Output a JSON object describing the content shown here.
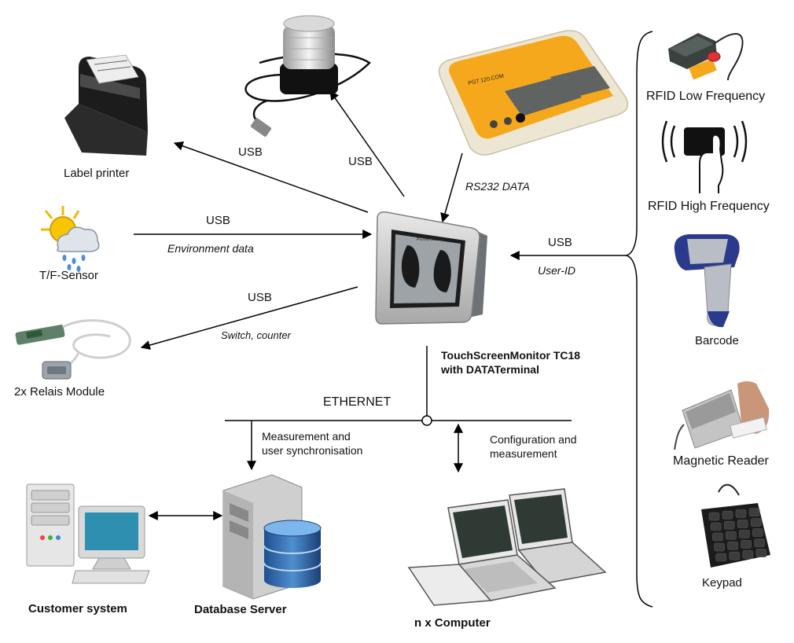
{
  "colors": {
    "line": "#000000",
    "orange": "#f6a81c",
    "screen": "#2f7fa8",
    "navy": "#2a3a8c",
    "metal": "#c9c9c9"
  },
  "devices": {
    "label_printer": "Label printer",
    "tf_sensor": "T/F-Sensor",
    "relais": "2x Relais Module",
    "monitor_title": "TouchScreenMonitor TC18\nwith DATATerminal",
    "rfid_low": "RFID Low Frequency",
    "rfid_high": "RFID High Frequency",
    "barcode": "Barcode",
    "magnetic": "Magnetic Reader",
    "keypad": "Keypad",
    "customer": "Customer system",
    "db_server": "Database Server",
    "computers": "n x Computer",
    "tester_brand": "PGT 120.COM",
    "monitor_screen_title": "PGTest Station"
  },
  "connections": {
    "usb_printer": "USB",
    "usb_lamp": "USB",
    "usb_sensor": "USB",
    "env_data": "Environment data",
    "usb_relais": "USB",
    "switch_counter": "Switch, counter",
    "rs232": "RS232 DATA",
    "usb_id": "USB",
    "user_id": "User-ID",
    "ethernet": "ETHERNET",
    "meas_sync": "Measurement and\nuser synchronisation",
    "config_meas": "Configuration and\nmeasurement"
  }
}
